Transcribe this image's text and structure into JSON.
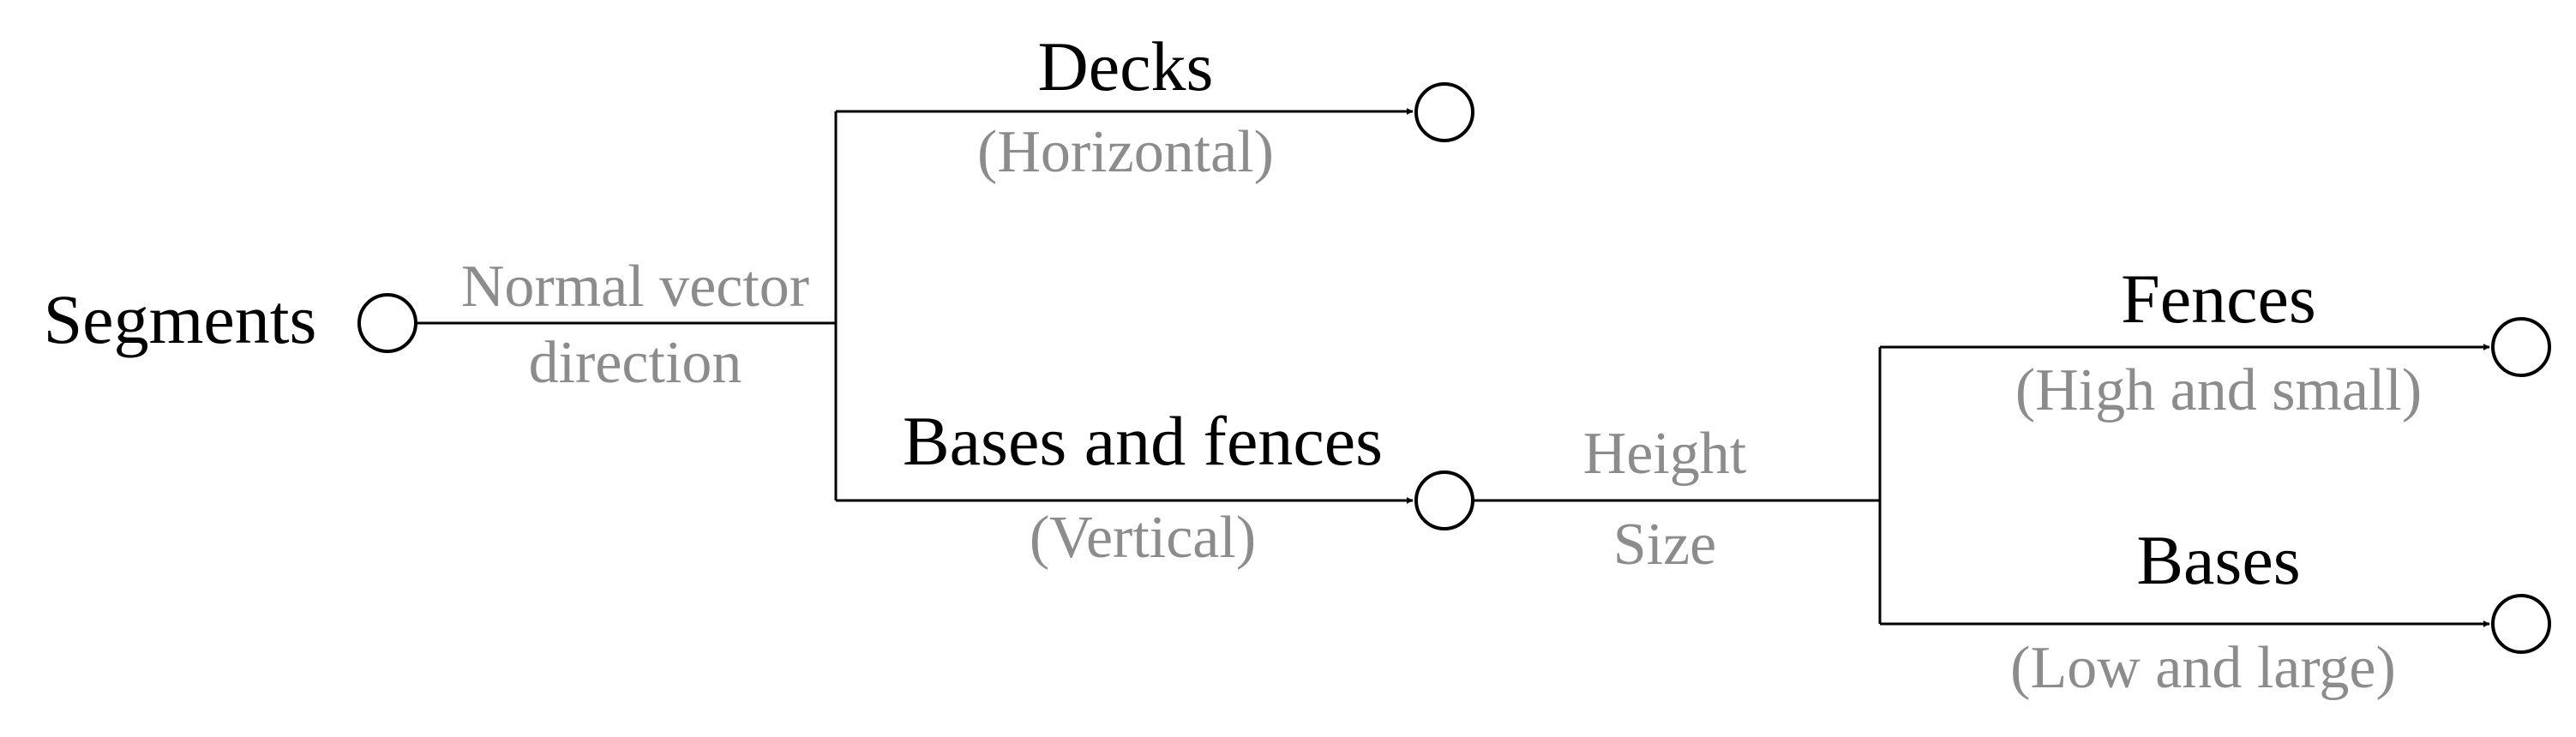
{
  "colors": {
    "line": "#000000",
    "main_text": "#000000",
    "secondary_text": "#8c8c8c",
    "background": "#ffffff"
  },
  "root": {
    "label": "Segments"
  },
  "criterion_1": {
    "line1": "Normal vector",
    "line2": "direction"
  },
  "branch_decks": {
    "label": "Decks",
    "sublabel": "(Horizontal)"
  },
  "branch_bases_fences": {
    "label": "Bases and fences",
    "sublabel": "(Vertical)"
  },
  "criterion_2": {
    "line1": "Height",
    "line2": "Size"
  },
  "branch_fences": {
    "label": "Fences",
    "sublabel": "(High and small)"
  },
  "branch_bases": {
    "label": "Bases",
    "sublabel": "(Low and large)"
  }
}
